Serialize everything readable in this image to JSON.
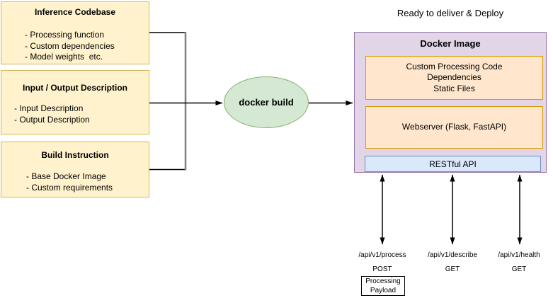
{
  "caption": "Ready to deliver & Deploy",
  "nodes": {
    "inference": {
      "title": "Inference Codebase",
      "items": [
        "- Processing function",
        "- Custom dependencies",
        "- Model weights  etc."
      ]
    },
    "io": {
      "title": "Input / Output Description",
      "items": [
        "- Input Description",
        "- Output Description"
      ]
    },
    "build": {
      "title": "Build Instruction",
      "items": [
        "- Base Docker Image",
        "- Custom requirements"
      ]
    }
  },
  "build_step": {
    "label": "docker build"
  },
  "docker_image": {
    "title": "Docker Image",
    "code_layer": {
      "lines": [
        "Custom Processing Code",
        "Dependencies",
        "Static Files"
      ]
    },
    "webserver_layer": {
      "label": "Webserver (Flask, FastAPI)"
    },
    "api_layer": {
      "label": "RESTful API"
    }
  },
  "endpoints": [
    {
      "path": "/api/v1/process",
      "method": "POST",
      "payload_lines": [
        "Processing",
        "Payload"
      ]
    },
    {
      "path": "/api/v1/describe",
      "method": "GET"
    },
    {
      "path": "/api/v1/health",
      "method": "GET"
    }
  ],
  "colors": {
    "yellow_fill": "#fff2cc",
    "yellow_border": "#d6b656",
    "green_fill": "#d5e8d4",
    "green_border": "#82b366",
    "purple_fill": "#e1d5e7",
    "purple_border": "#9673a6",
    "orange_fill": "#ffe6cc",
    "orange_border": "#d79b00",
    "blue_fill": "#dae8fc",
    "blue_border": "#6c8ebf",
    "wire": "#000000",
    "junction": "#808080"
  }
}
